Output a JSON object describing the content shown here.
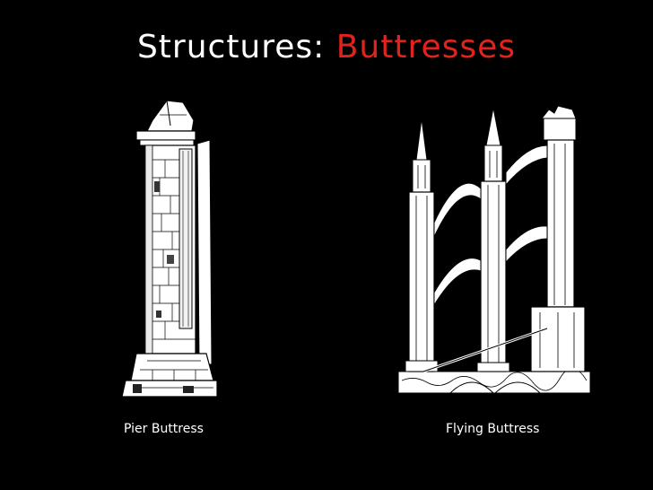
{
  "slide": {
    "title_prefix": "Structures: ",
    "title_accent": "Buttresses",
    "accent_color": "#e0231c",
    "background_color": "#000000"
  },
  "figures": [
    {
      "caption": "Pier Buttress",
      "illustration": "pier-buttress-drawing"
    },
    {
      "caption": "Flying Buttress",
      "illustration": "flying-buttress-drawing"
    }
  ]
}
